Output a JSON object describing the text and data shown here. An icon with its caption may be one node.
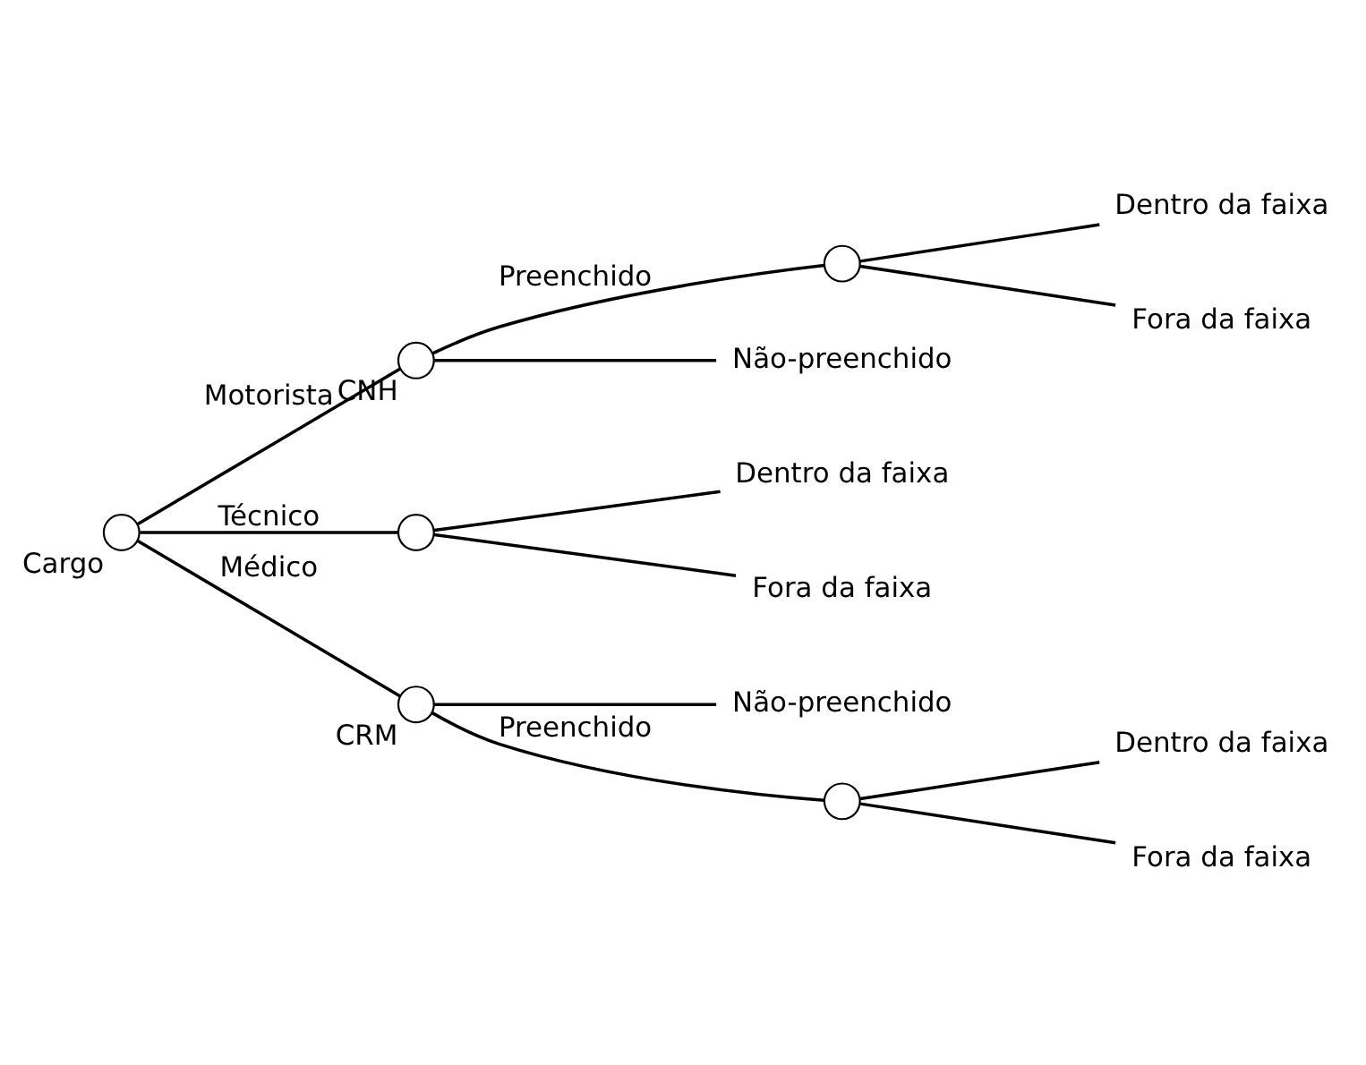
{
  "diagram": {
    "nodes": [
      {
        "text": [],
        "shape": "circle",
        "beside": [
          "Cargo"
        ]
      },
      {
        "text": [],
        "shape": "circle",
        "beside": [
          "CNH"
        ]
      },
      {
        "text": [],
        "shape": "circle"
      },
      {
        "text": [
          "Dentro da faixa"
        ]
      },
      {
        "text": [
          "Fora da faixa"
        ]
      },
      {
        "text": [
          "Não-preenchido"
        ]
      },
      {
        "text": [],
        "shape": "circle"
      },
      {
        "text": [
          "Dentro da faixa"
        ]
      },
      {
        "text": [
          "Fora da faixa"
        ]
      },
      {
        "text": [],
        "shape": "circle",
        "beside": [
          "CRM"
        ]
      },
      {
        "text": [
          "Não-preenchido"
        ]
      },
      {
        "text": [],
        "shape": "circle"
      },
      {
        "text": [
          "Dentro da faixa"
        ]
      },
      {
        "text": [
          "Fora da faixa"
        ]
      }
    ],
    "edges": [
      {
        "from": 0,
        "to": 1,
        "arrow": "none",
        "label": "Motorista"
      },
      {
        "from": 1,
        "to": 2,
        "arrow": "none",
        "label": "Preenchido"
      },
      {
        "from": 2,
        "to": 3,
        "arrow": "none"
      },
      {
        "from": 2,
        "to": 4,
        "arrow": "none"
      },
      {
        "from": 1,
        "to": 5,
        "arrow": "none"
      },
      {
        "from": 0,
        "to": 6,
        "arrow": "none",
        "label": "Técnico"
      },
      {
        "from": 6,
        "to": 7,
        "arrow": "none"
      },
      {
        "from": 6,
        "to": 8,
        "arrow": "none"
      },
      {
        "from": 0,
        "to": 9,
        "arrow": "none",
        "label": "Médico"
      },
      {
        "from": 9,
        "to": 10,
        "arrow": "none"
      },
      {
        "from": 9,
        "to": 11,
        "arrow": "none",
        "label": "Preenchido"
      },
      {
        "from": 11,
        "to": 12,
        "arrow": "none"
      },
      {
        "from": 11,
        "to": 13,
        "arrow": "none"
      }
    ]
  }
}
